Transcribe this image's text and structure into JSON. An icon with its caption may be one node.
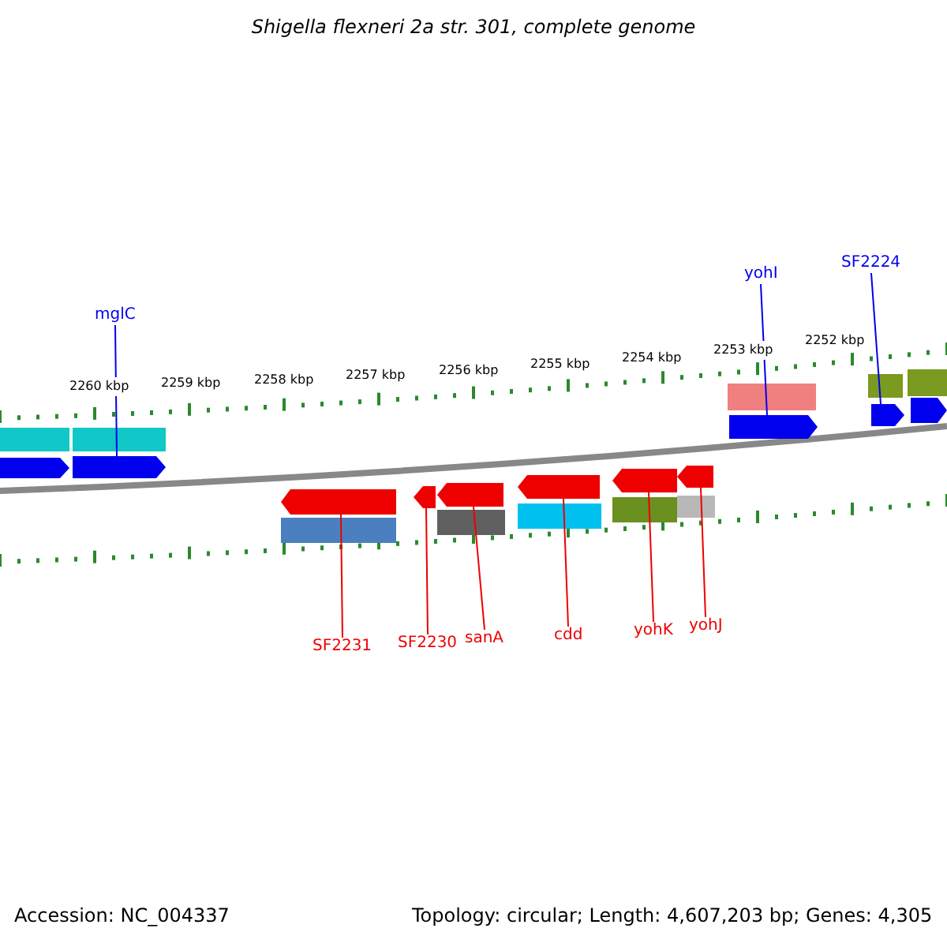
{
  "diagram": {
    "title": "Shigella flexneri 2a str. 301, complete genome",
    "nodes": [
      {
        "text": [
          "mglC"
        ]
      },
      {
        "text": [],
        "shape": "arrow"
      },
      {
        "text": [
          "yohI"
        ]
      },
      {
        "text": [],
        "shape": "arrow"
      },
      {
        "text": [
          "SF2224"
        ]
      },
      {
        "text": [],
        "shape": "arrow"
      },
      {
        "text": [
          "SF2231"
        ]
      },
      {
        "text": [],
        "shape": "arrow"
      },
      {
        "text": [
          "SF2230"
        ]
      },
      {
        "text": [],
        "shape": "arrow"
      },
      {
        "text": [
          "sanA"
        ]
      },
      {
        "text": [],
        "shape": "arrow"
      },
      {
        "text": [
          "cdd"
        ]
      },
      {
        "text": [],
        "shape": "arrow"
      },
      {
        "text": [
          "yohK"
        ]
      },
      {
        "text": [],
        "shape": "arrow"
      },
      {
        "text": [
          "yohJ"
        ]
      },
      {
        "text": [],
        "shape": "arrow"
      }
    ],
    "edges": [
      {
        "from": 0,
        "to": 1,
        "arrow": "none",
        "color": "#0000ee"
      },
      {
        "from": 2,
        "to": 3,
        "arrow": "none",
        "color": "#0000ee"
      },
      {
        "from": 4,
        "to": 5,
        "arrow": "none",
        "color": "#0000ee"
      },
      {
        "from": 6,
        "to": 7,
        "arrow": "none"
      },
      {
        "from": 8,
        "to": 9,
        "arrow": "none"
      },
      {
        "from": 10,
        "to": 11,
        "arrow": "none"
      },
      {
        "from": 12,
        "to": 13,
        "arrow": "none"
      },
      {
        "from": 14,
        "to": 15,
        "arrow": "none"
      },
      {
        "from": 16,
        "to": 17,
        "arrow": "none"
      }
    ],
    "labels": [
      "2260 kbp",
      "2259 kbp",
      "2258 kbp",
      "2257 kbp",
      "2256 kbp",
      "2255 kbp",
      "2254 kbp",
      "2253 kbp",
      "2252 kbp",
      "Accession: NC_004337",
      "Topology: circular; Length: 4,607,203 bp; Genes: 4,305"
    ]
  }
}
